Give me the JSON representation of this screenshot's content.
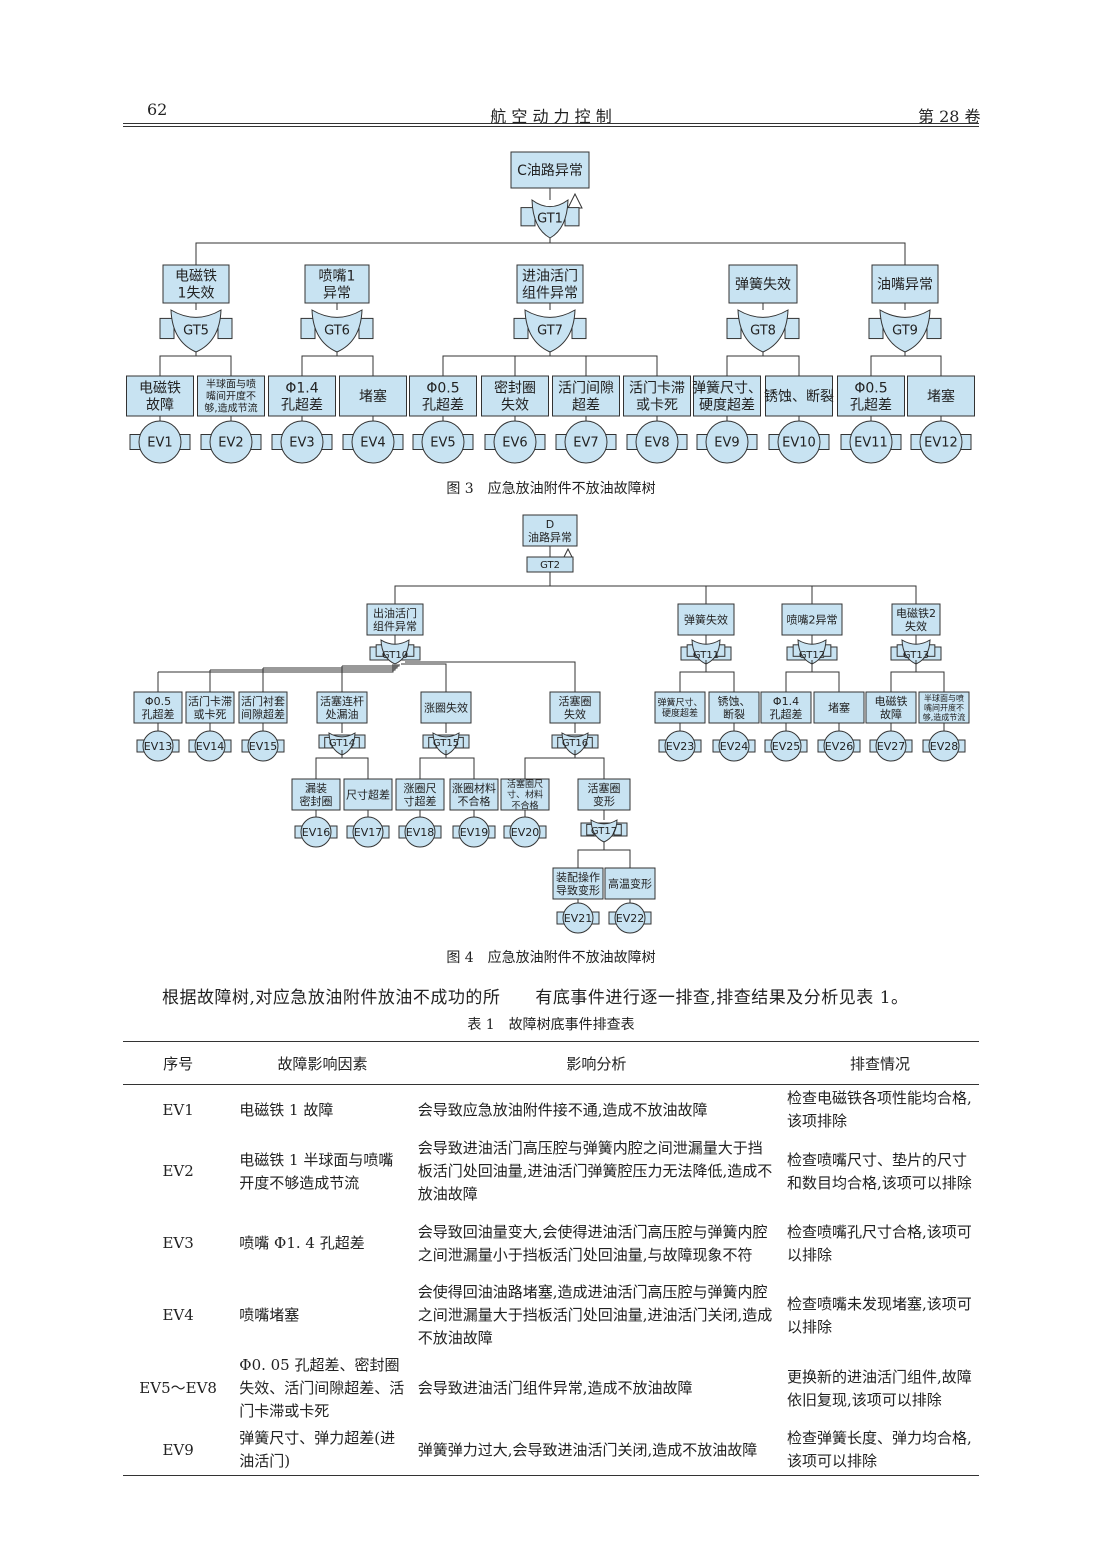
{
  "header": {
    "page_number": "62",
    "journal": "航 空 动 力 控 制",
    "volume": "第 28 卷"
  },
  "fig3": {
    "caption": "图 3　应急放油附件不放油故障树",
    "top": "C油路异常",
    "gt1": "GT1",
    "branches": [
      {
        "label": [
          "电磁铁",
          "1失效"
        ],
        "gate": "GT5"
      },
      {
        "label": [
          "喷嘴1",
          "异常"
        ],
        "gate": "GT6"
      },
      {
        "label": [
          "进油活门",
          "组件异常"
        ],
        "gate": "GT7"
      },
      {
        "label": [
          "弹簧失效"
        ],
        "gate": "GT8"
      },
      {
        "label": [
          "油嘴异常"
        ],
        "gate": "GT9"
      }
    ],
    "events": [
      {
        "label": [
          "电磁铁",
          "故障"
        ],
        "ev": "EV1"
      },
      {
        "label": [
          "半球面与喷",
          "嘴间开度不",
          "够,造成节流"
        ],
        "ev": "EV2",
        "small": true
      },
      {
        "label": [
          "Φ1.4",
          "孔超差"
        ],
        "ev": "EV3"
      },
      {
        "label": [
          "堵塞"
        ],
        "ev": "EV4"
      },
      {
        "label": [
          "Φ0.5",
          "孔超差"
        ],
        "ev": "EV5"
      },
      {
        "label": [
          "密封圈",
          "失效"
        ],
        "ev": "EV6"
      },
      {
        "label": [
          "活门间隙",
          "超差"
        ],
        "ev": "EV7"
      },
      {
        "label": [
          "活门卡滞",
          "或卡死"
        ],
        "ev": "EV8"
      },
      {
        "label": [
          "弹簧尺寸、",
          "硬度超差"
        ],
        "ev": "EV9"
      },
      {
        "label": [
          "锈蚀、断裂"
        ],
        "ev": "EV10"
      },
      {
        "label": [
          "Φ0.5",
          "孔超差"
        ],
        "ev": "EV11"
      },
      {
        "label": [
          "堵塞"
        ],
        "ev": "EV12"
      }
    ]
  },
  "fig4": {
    "caption": "图 4　应急放油附件不放油故障树",
    "top": [
      "D",
      "油路异常"
    ],
    "gt2": "GT2",
    "branches": [
      {
        "label": [
          "出油活门",
          "组件异常"
        ],
        "gate": "GT10"
      },
      {
        "label": [
          "弹簧失效"
        ],
        "gate": "GT11"
      },
      {
        "label": [
          "喷嘴2异常"
        ],
        "gate": "GT12"
      },
      {
        "label": [
          "电磁铁2",
          "失效"
        ],
        "gate": "GT13"
      }
    ],
    "gt10_children": [
      {
        "label": [
          "Φ0.5",
          "孔超差"
        ],
        "ev": "EV13"
      },
      {
        "label": [
          "活门卡滞",
          "或卡死"
        ],
        "ev": "EV14"
      },
      {
        "label": [
          "活门衬套",
          "间隙超差"
        ],
        "ev": "EV15"
      },
      {
        "label": [
          "活塞连杆",
          "处漏油"
        ],
        "gate": "GT14"
      },
      {
        "label": [
          "涨圈失效"
        ],
        "gate": "GT15"
      },
      {
        "label": [
          "活塞圈",
          "失效"
        ],
        "gate": "GT16"
      }
    ],
    "right_events": [
      {
        "label": [
          "弹簧尺寸、",
          "硬度超差"
        ],
        "ev": "EV23"
      },
      {
        "label": [
          "锈蚀、",
          "断裂"
        ],
        "ev": "EV24"
      },
      {
        "label": [
          "Φ1.4",
          "孔超差"
        ],
        "ev": "EV25"
      },
      {
        "label": [
          "堵塞"
        ],
        "ev": "EV26"
      },
      {
        "label": [
          "电磁铁",
          "故障"
        ],
        "ev": "EV27"
      },
      {
        "label": [
          "半球面与喷",
          "嘴间开度不",
          "够,造成节流"
        ],
        "ev": "EV28"
      }
    ],
    "level3": [
      {
        "label": [
          "漏装",
          "密封圈"
        ],
        "ev": "EV16"
      },
      {
        "label": [
          "尺寸超差"
        ],
        "ev": "EV17"
      },
      {
        "label": [
          "涨圈尺",
          "寸超差"
        ],
        "ev": "EV18"
      },
      {
        "label": [
          "涨圈材料",
          "不合格"
        ],
        "ev": "EV19"
      },
      {
        "label": [
          "活塞圈尺",
          "寸、材料",
          "不合格"
        ],
        "ev": "EV20"
      },
      {
        "label": [
          "活塞圈",
          "变形"
        ],
        "gate": "GT17"
      }
    ],
    "level4": [
      {
        "label": [
          "装配操作",
          "导致变形"
        ],
        "ev": "EV21"
      },
      {
        "label": [
          "高温变形"
        ],
        "ev": "EV22"
      }
    ]
  },
  "paragraph": "根据故障树,对应急放油附件放油不成功的所　　有底事件进行逐一排查,排查结果及分析见表 1。",
  "table": {
    "title": "表 1　故障树底事件排查表",
    "headers": [
      "序号",
      "故障影响因素",
      "影响分析",
      "排查情况"
    ],
    "rows": [
      [
        "EV1",
        "电磁铁 1 故障",
        "会导致应急放油附件接不通,造成不放油故障",
        "检查电磁铁各项性能均合格,该项排除"
      ],
      [
        "EV2",
        "电磁铁 1 半球面与喷嘴开度不够造成节流",
        "会导致进油活门高压腔与弹簧内腔之间泄漏量大于挡板活门处回油量,进油活门弹簧腔压力无法降低,造成不放油故障",
        "检查喷嘴尺寸、垫片的尺寸和数目均合格,该项可以排除"
      ],
      [
        "EV3",
        "喷嘴 Φ1. 4 孔超差",
        "会导致回油量变大,会使得进油活门高压腔与弹簧内腔之间泄漏量小于挡板活门处回油量,与故障现象不符",
        "检查喷嘴孔尺寸合格,该项可以排除"
      ],
      [
        "EV4",
        "喷嘴堵塞",
        "会使得回油油路堵塞,造成进油活门高压腔与弹簧内腔之间泄漏量大于挡板活门处回油量,进油活门关闭,造成不放油故障",
        "检查喷嘴未发现堵塞,该项可以排除"
      ],
      [
        "EV5～EV8",
        "Φ0. 05 孔超差、密封圈失效、活门间隙超差、活门卡滞或卡死",
        "会导致进油活门组件异常,造成不放油故障",
        "更换新的进油活门组件,故障依旧复现,该项可以排除"
      ],
      [
        "EV9",
        "弹簧尺寸、弹力超差(进油活门)",
        "弹簧弹力过大,会导致进油活门关闭,造成不放油故障",
        "检查弹簧长度、弹力均合格,该项可以排除"
      ]
    ]
  }
}
